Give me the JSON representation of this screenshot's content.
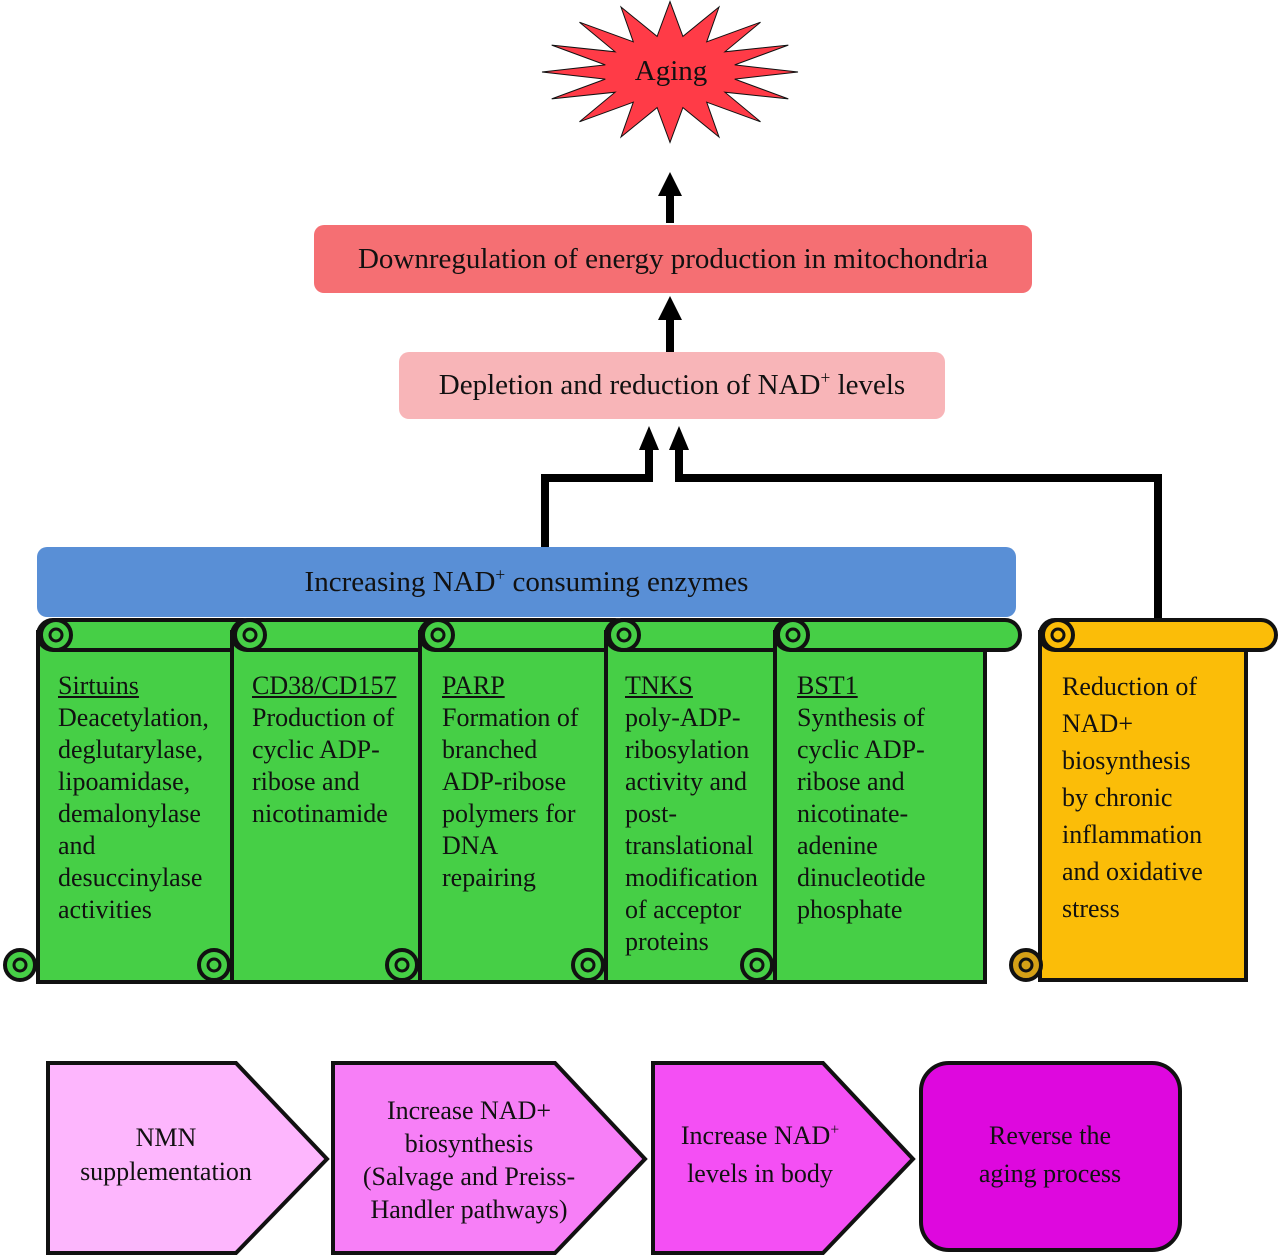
{
  "aging": {
    "label": "Aging",
    "color": "#ff3b47"
  },
  "mitochondria": {
    "label": "Downregulation of energy production in mitochondria",
    "color": "#f56f73"
  },
  "nad_depletion": {
    "label_pre": "Depletion and reduction of NAD",
    "label_sup": "+",
    "label_post": " levels",
    "color": "#f8b5b8"
  },
  "enzymes_bar": {
    "label_pre": "Increasing NAD",
    "label_sup": "+",
    "label_post": " consuming enzymes",
    "color": "#598fd6"
  },
  "enzymes": [
    {
      "title": "Sirtuins",
      "lines": [
        "Deacetylation,",
        "deglutarylase,",
        "lipoamidase,",
        "demalonylase",
        "and",
        "desuccinylase",
        "activities"
      ]
    },
    {
      "title": "CD38/CD157",
      "lines": [
        "Production of",
        "cyclic ADP-",
        "ribose and",
        "nicotinamide"
      ]
    },
    {
      "title": "PARP",
      "lines": [
        "Formation of",
        "branched",
        "ADP-ribose",
        "polymers for",
        "DNA",
        "repairing"
      ]
    },
    {
      "title": "TNKS",
      "lines": [
        "poly-ADP-",
        "ribosylation",
        "activity and",
        "post-",
        "translational",
        "modification",
        "of acceptor",
        "proteins"
      ]
    },
    {
      "title": "BST1",
      "lines": [
        "Synthesis of",
        "cyclic ADP-",
        "ribose and",
        "nicotinate-",
        "adenine",
        "dinucleotide",
        "phosphate"
      ]
    }
  ],
  "biosynthesis_reduction": {
    "lines": [
      "Reduction of",
      "NAD+",
      "biosynthesis",
      "by chronic",
      "inflammation",
      "and oxidative",
      "stress"
    ],
    "color": "#fbbd08"
  },
  "pathway": [
    {
      "lines": [
        "NMN",
        "supplementation"
      ],
      "color": "#fdb6fd"
    },
    {
      "lines": [
        "Increase NAD+",
        "biosynthesis",
        "(Salvage and Preiss-",
        "Handler pathways)"
      ],
      "color": "#f77ff7"
    },
    {
      "line1_pre": "Increase NAD",
      "line1_sup": "+",
      "line2": "levels in body",
      "color": "#f44ff4"
    },
    {
      "lines": [
        "Reverse the",
        "aging process"
      ],
      "color": "#de08de"
    }
  ],
  "colors": {
    "scroll_green": "#46cf46",
    "scroll_curl_gold": "#d4a017"
  }
}
